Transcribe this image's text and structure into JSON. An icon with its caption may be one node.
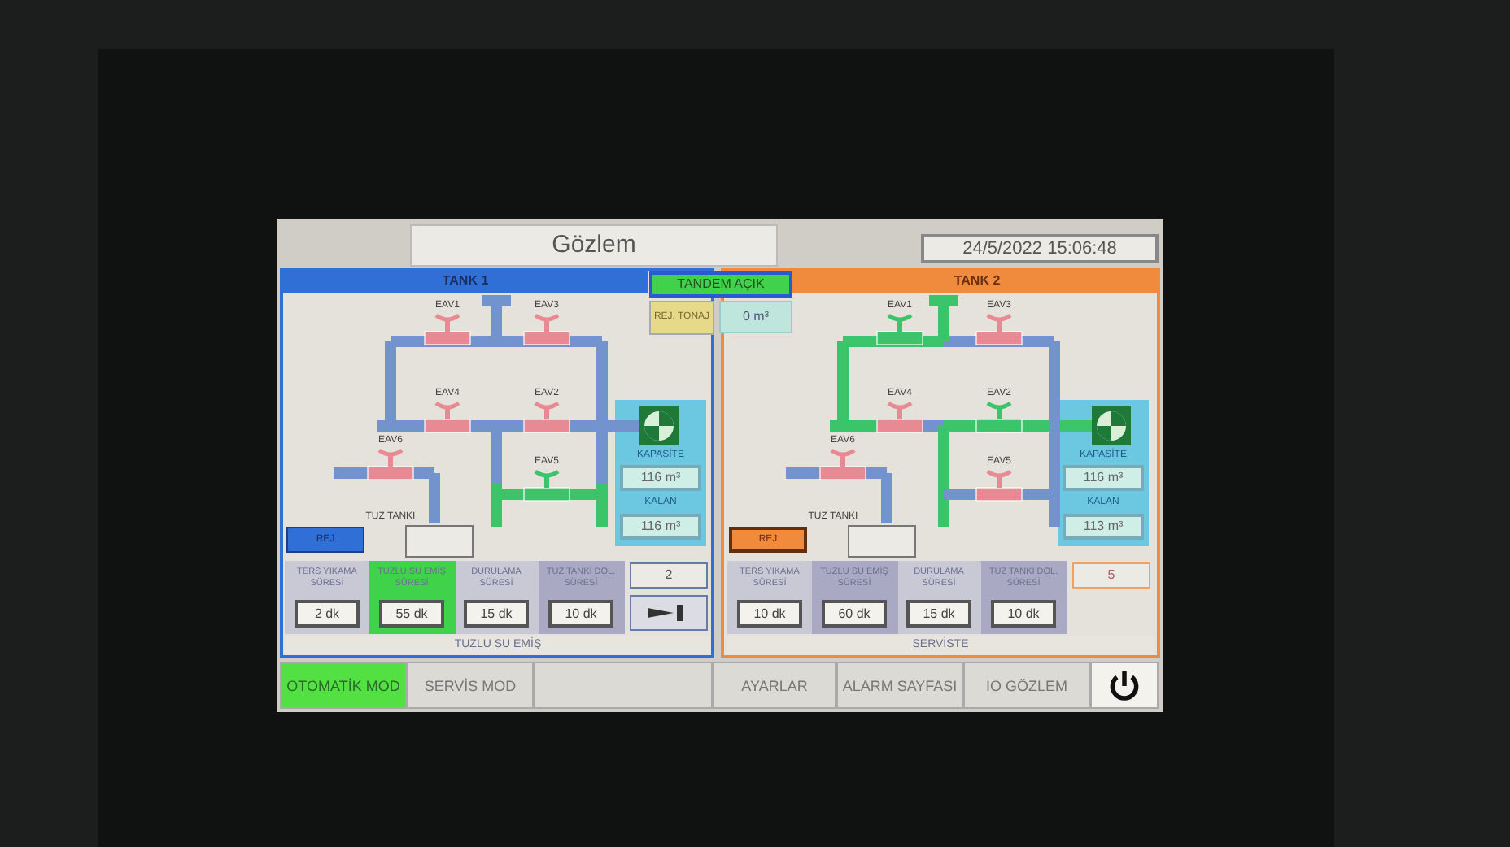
{
  "diagram": {
    "labels": [
      "Gözlem",
      "24/5/2022 15:06:48",
      "TANK 1",
      "TANDEM AÇIK",
      "REJ. TONAJ",
      "0 m³",
      "EAV1",
      "EAV3",
      "EAV4",
      "EAV2",
      "EAV6",
      "EAV5",
      "KAPASİTE",
      "116 m³",
      "KALAN",
      "116 m³",
      "TUZ TANKI",
      "REJ",
      "TERS YIKAMA SÜRESİ",
      "TUZLU SU EMİŞ SÜRESİ",
      "DURULAMA SÜRESİ",
      "TUZ TANKI DOL. SÜRESİ",
      "2",
      "2 dk",
      "55 dk",
      "15 dk",
      "10 dk",
      "TUZLU SU EMİŞ",
      "TANK 2",
      "EAV1",
      "EAV3",
      "EAV4",
      "EAV2",
      "EAV6",
      "EAV5",
      "KAPASİTE",
      "116 m³",
      "KALAN",
      "113 m³",
      "TUZ TANKI",
      "REJ",
      "TERS YIKAMA SÜRESİ",
      "TUZLU SU EMİŞ SÜRESİ",
      "DURULAMA SÜRESİ",
      "TUZ TANKI DOL. SÜRESİ",
      "5",
      "10 dk",
      "60 dk",
      "15 dk",
      "10 dk",
      "SERVİSTE",
      "OTOMATİK MOD",
      "SERVİS MOD",
      "AYARLAR",
      "ALARM SAYFASI",
      "IO GÖZLEM"
    ]
  }
}
